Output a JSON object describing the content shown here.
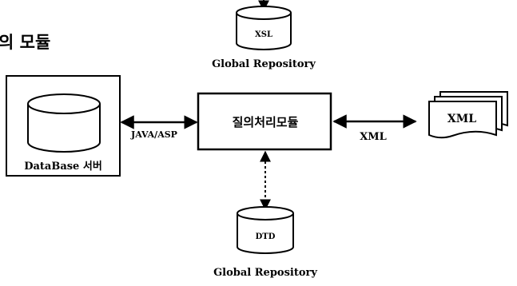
{
  "title_fragment": "의 모듈",
  "top_repository": {
    "cylinder_label": "XSL",
    "caption": "Global Repository"
  },
  "bottom_repository": {
    "cylinder_label": "DTD",
    "caption": "Global Repository"
  },
  "database_server": {
    "caption": "DataBase 서버"
  },
  "query_module": {
    "label": "질의처리모듈"
  },
  "left_connector": {
    "label": "JAVA/ASP"
  },
  "right_connector": {
    "label": "XML"
  },
  "xml_document": {
    "label": "XML"
  }
}
